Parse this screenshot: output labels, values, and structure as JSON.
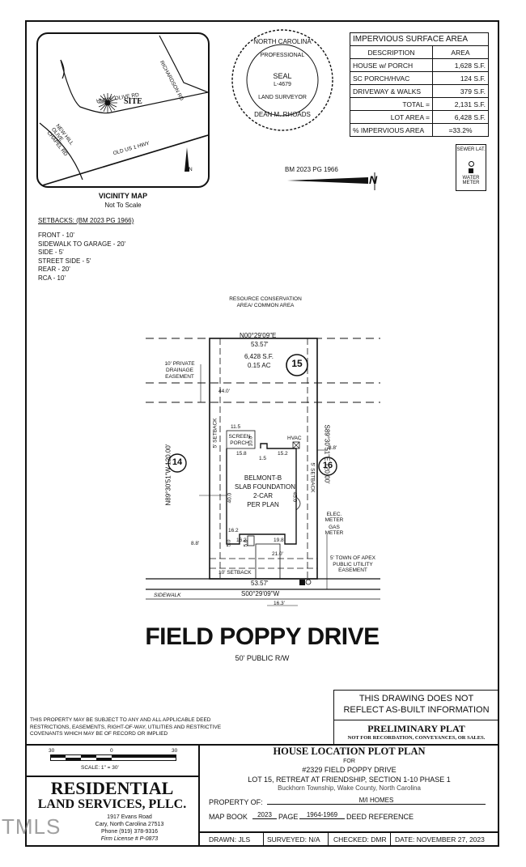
{
  "vicinity_map": {
    "roads": {
      "humie_olive": "HUMIE OLIVE RD",
      "richardson": "RICHARDSON RD",
      "new_hill": "NEW HILL OLIVE CHAPEL RD",
      "old_us1": "OLD US 1 HWY"
    },
    "site_label": "SITE",
    "north_label": "N",
    "title": "VICINITY MAP",
    "subtitle": "Not To Scale"
  },
  "seal": {
    "ring_top": "NORTH CAROLINA",
    "ring_mid": "PROFESSIONAL",
    "center": "SEAL",
    "number": "L-4679",
    "ring_low": "LAND SURVEYOR",
    "name": "DEAN M. RHOADS"
  },
  "impervious": {
    "title": "IMPERVIOUS SURFACE AREA",
    "headers": [
      "DESCRIPTION",
      "AREA"
    ],
    "rows": [
      [
        "HOUSE w/ PORCH",
        "1,628 S.F."
      ],
      [
        "SC PORCH/HVAC",
        "124 S.F."
      ],
      [
        "DRIVEWAY & WALKS",
        "379 S.F."
      ],
      [
        "TOTAL =",
        "2,131 S.F."
      ],
      [
        "LOT AREA =",
        "6,428 S.F."
      ],
      [
        "% IMPERVIOUS AREA",
        "=33.2%"
      ]
    ]
  },
  "legend": {
    "sewer": "SEWER LAT.",
    "water": "WATER METER"
  },
  "north_arrow": {
    "ref": "BM 2023 PG 1966",
    "letter": "N"
  },
  "setbacks": {
    "title": "SETBACKS: (BM 2023 PG 1966)",
    "lines": [
      "FRONT - 10'",
      "SIDEWALK TO GARAGE - 20'",
      "SIDE - 5'",
      "STREET SIDE - 5'",
      "REAR - 20'",
      "RCA - 10'"
    ]
  },
  "plot": {
    "rca": "RESOURCE CONSERVATION AREA/ COMMON AREA",
    "top_bearing": "N00°29'09\"E",
    "top_dist": "53.57'",
    "lot_area_sf": "6,428 S.F.",
    "lot_area_ac": "0.15 AC",
    "lot_no": "15",
    "drainage": "10' PRIVATE DRAINAGE EASEMENT",
    "dim_44": "44.0'",
    "left_bearing": "N89°30'51\"W 120.00'",
    "right_bearing": "S89°30'51\"E 120.00'",
    "setback_5": "5' SETBACK",
    "lot_left": "14",
    "lot_right": "16",
    "screen_porch": "SCREEN PORCH",
    "d_11_5": "11.5",
    "d_10_0": "10.0",
    "d_15_8": "15.8",
    "d_15_2": "15.2",
    "d_1_5": "1.5",
    "hvac": "HVAC",
    "d_8_8r": "8.8'",
    "house_name": "BELMONT-B",
    "house_found": "SLAB FOUNDATION",
    "house_gar": "2-CAR",
    "house_plan": "PER PLAN",
    "d_40_0l": "40.0",
    "d_45_0": "45.0",
    "elec": "ELEC. METER",
    "gas": "GAS METER",
    "d_16_2a": "16.2",
    "d_16_2b": "16.2",
    "d_19_8": "19.8",
    "d_5_0a": "5.0",
    "d_5_0b": "5.0",
    "d_8_8l": "8.8'",
    "d_21_0": "21.0'",
    "apex": "5' TOWN OF APEX PUBLIC UTILITY EASEMENT",
    "setback_10": "10' SETBACK",
    "bottom_dist": "53.57'",
    "bottom_bearing": "S00°29'09\"W",
    "sidewalk": "SIDEWALK",
    "d_16_3": "16.3'"
  },
  "street": {
    "name": "FIELD POPPY DRIVE",
    "rw": "50' PUBLIC R/W"
  },
  "notice": {
    "line1": "THIS DRAWING DOES NOT",
    "line2": "REFLECT AS-BUILT INFORMATION"
  },
  "prelim": {
    "title": "PRELIMINARY PLAT",
    "sub": "NOT FOR RECORDATION, CONVEYANCES, OR SALES."
  },
  "disclaimer": "THIS PROPERTY MAY BE SUBJECT TO ANY AND ALL APPLICABLE DEED RESTRICTIONS, EASEMENTS, RIGHT-OF-WAY, UTILITIES AND RESTRICTIVE COVENANTS WHICH MAY BE OF RECORD OR IMPLIED",
  "scale": {
    "t30": "30",
    "t0": "0",
    "t30b": "30",
    "label": "SCALE: 1\" = 30'"
  },
  "company": {
    "name1": "RESIDENTIAL",
    "name2": "LAND SERVICES, PLLC.",
    "addr1": "1917 Evans Road",
    "addr2": "Cary, North Carolina 27513",
    "phone": "Phone (919) 378-9316",
    "license": "Firm License # P-0873"
  },
  "titleblock": {
    "title": "HOUSE LOCATION PLOT PLAN",
    "for": "FOR",
    "address": "#2329 FIELD POPPY DRIVE",
    "lot": "LOT 15, RETREAT AT FRIENDSHIP, SECTION 1-10 PHASE 1",
    "township": "Buckhorn Township, Wake County, North Carolina",
    "property_label": "PROPERTY OF:",
    "property_value": "M/I HOMES",
    "mapbook_label": "MAP BOOK",
    "mapbook_value": "2023",
    "page_label": "PAGE",
    "page_value": "1964-1969",
    "deed_label": "DEED REFERENCE",
    "drawn": "DRAWN: JLS",
    "surveyed": "SURVEYED: N/A",
    "checked": "CHECKED: DMR",
    "date": "DATE: NOVEMBER 27, 2023"
  },
  "watermark": "TMLS"
}
